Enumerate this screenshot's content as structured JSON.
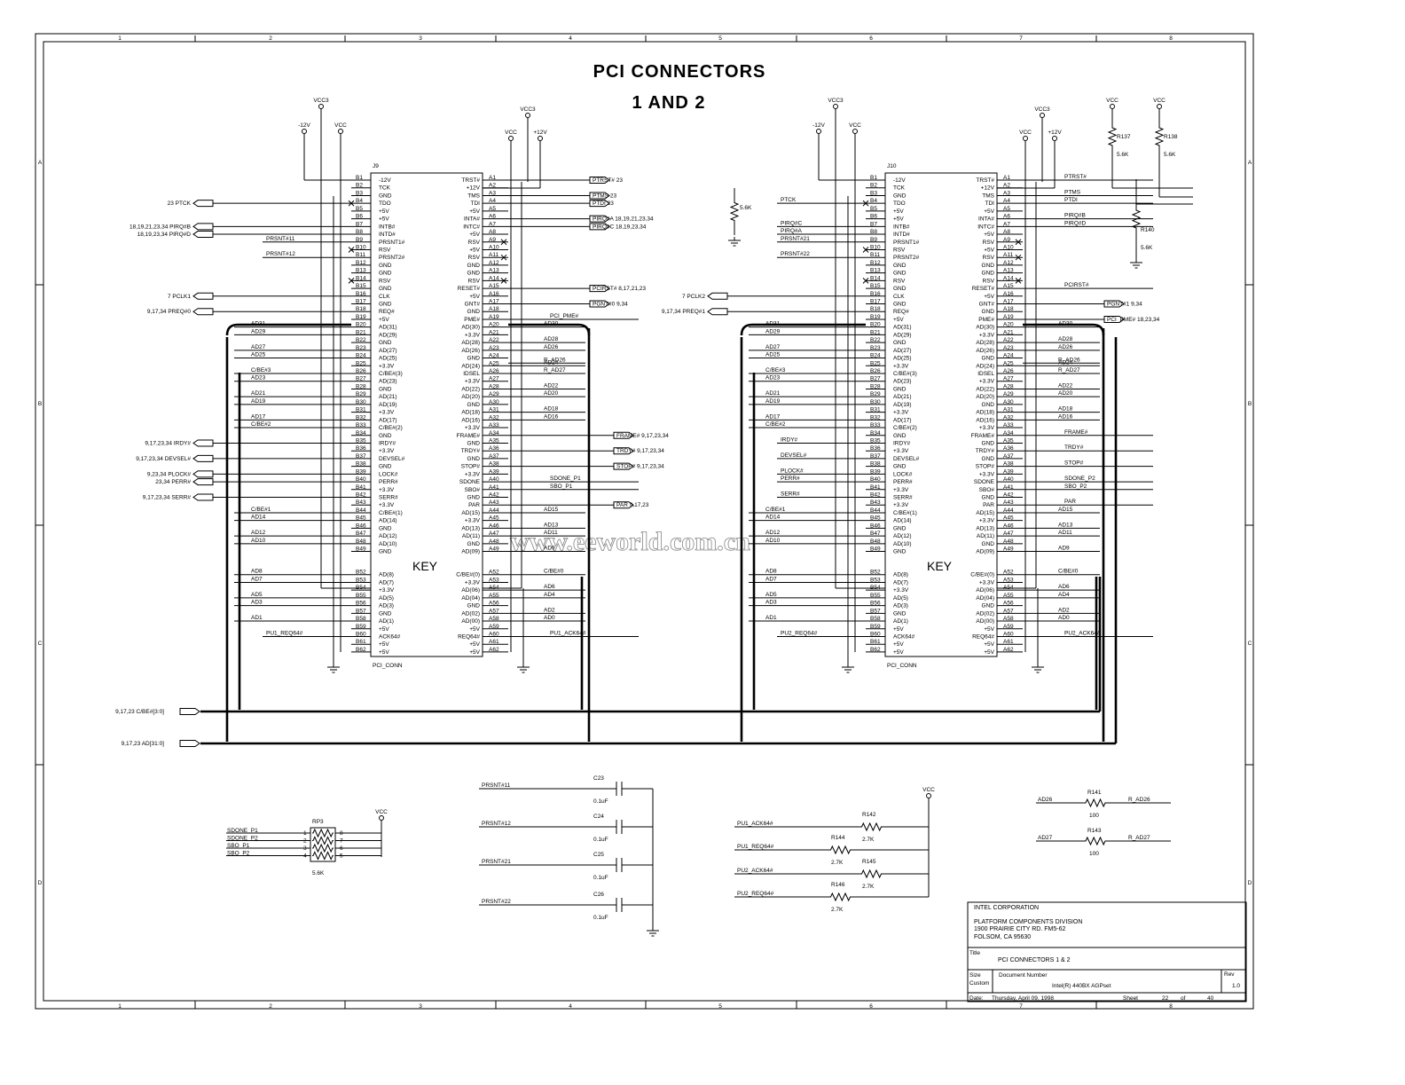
{
  "title": {
    "line1": "PCI CONNECTORS",
    "line2": "1 AND 2"
  },
  "watermark": "www.eeworld.com.cn",
  "border": {
    "columns": [
      "1",
      "2",
      "3",
      "4",
      "5",
      "6",
      "7",
      "8"
    ],
    "rows": [
      "A",
      "B",
      "C",
      "D"
    ]
  },
  "connectors": [
    {
      "ref": "J9",
      "part": "PCI_CONN",
      "key": "KEY",
      "power": {
        "vcc3_left": "VCC3",
        "neg12": "-12V",
        "vcc_left": "VCC",
        "vcc3_right": "VCC3",
        "vcc_right": "VCC",
        "pos12": "+12V"
      },
      "left_nets": [
        {
          "pin": "B4",
          "label": "23  PTCK"
        },
        {
          "pin": "B7",
          "label": "18,19,21,23,34  PIRQ#B"
        },
        {
          "pin": "B8",
          "label": "18,19,23,34  PIRQ#D"
        },
        {
          "pin": "B9",
          "label": "PRSNT#11"
        },
        {
          "pin": "B11",
          "label": "PRSNT#12"
        },
        {
          "pin": "B16",
          "label": "7  PCLK1"
        },
        {
          "pin": "B18",
          "label": "9,17,34  PREQ#0"
        },
        {
          "pin": "B35",
          "label": "9,17,23,34  IRDY#"
        },
        {
          "pin": "B37",
          "label": "9,17,23,34  DEVSEL#"
        },
        {
          "pin": "B39",
          "label": "9,23,34  PLOCK#"
        },
        {
          "pin": "B40",
          "label": "23,34  PERR#"
        },
        {
          "pin": "B42",
          "label": "9,17,23,34  SERR#"
        },
        {
          "pin": "B60",
          "label": "PU1_REQ64#"
        }
      ],
      "right_nets": [
        {
          "pin": "A1",
          "label": "PTRST#  23"
        },
        {
          "pin": "A3",
          "label": "PTMS  23"
        },
        {
          "pin": "A4",
          "label": "PTDI  23"
        },
        {
          "pin": "A6",
          "label": "PIRQ#A  18,19,21,23,34"
        },
        {
          "pin": "A7",
          "label": "PIRQ#C  18,19,23,34"
        },
        {
          "pin": "A15",
          "label": "PCIRST#  8,17,21,23"
        },
        {
          "pin": "A17",
          "label": "PGNT#0  9,34"
        },
        {
          "pin": "A19",
          "label": "PCI_PME#"
        },
        {
          "pin": "A34",
          "label": "FRAME#  9,17,23,34"
        },
        {
          "pin": "A36",
          "label": "TRDY#  9,17,23,34"
        },
        {
          "pin": "A38",
          "label": "STOP#  9,17,23,34"
        },
        {
          "pin": "A40",
          "label": "SDONE_P1"
        },
        {
          "pin": "A41",
          "label": "SBO_P1"
        },
        {
          "pin": "A43",
          "label": "PAR  9,17,23"
        },
        {
          "pin": "A60",
          "label": "PU1_ACK64#"
        }
      ]
    },
    {
      "ref": "J10",
      "part": "PCI_CONN",
      "key": "KEY",
      "power": {
        "vcc3_left": "VCC3",
        "neg12": "-12V",
        "vcc_left": "VCC",
        "vcc3_right": "VCC3",
        "vcc_right": "VCC",
        "pos12": "+12V"
      },
      "left_nets": [
        {
          "pin": "B4",
          "label": "PTCK"
        },
        {
          "pin": "B7",
          "label": "PIRQ#C"
        },
        {
          "pin": "B8",
          "label": "PIRQ#A"
        },
        {
          "pin": "B9",
          "label": "PRSNT#21"
        },
        {
          "pin": "B11",
          "label": "PRSNT#22"
        },
        {
          "pin": "B16",
          "label": "7  PCLK2"
        },
        {
          "pin": "B18",
          "label": "9,17,34  PREQ#1"
        },
        {
          "pin": "B35",
          "label": "IRDY#"
        },
        {
          "pin": "B37",
          "label": "DEVSEL#"
        },
        {
          "pin": "B39",
          "label": "PLOCK#"
        },
        {
          "pin": "B40",
          "label": "PERR#"
        },
        {
          "pin": "B42",
          "label": "SERR#"
        },
        {
          "pin": "B60",
          "label": "PU2_REQ64#"
        }
      ],
      "right_nets": [
        {
          "pin": "A1",
          "label": "PTRST#"
        },
        {
          "pin": "A3",
          "label": "PTMS"
        },
        {
          "pin": "A4",
          "label": "PTDI"
        },
        {
          "pin": "A6",
          "label": "PIRQ#B"
        },
        {
          "pin": "A7",
          "label": "PIRQ#D"
        },
        {
          "pin": "A15",
          "label": "PCIRST#"
        },
        {
          "pin": "A17",
          "label": "PGNT#1  9,34"
        },
        {
          "pin": "A19",
          "label": "PCI_PME#  18,23,34"
        },
        {
          "pin": "A34",
          "label": "FRAME#"
        },
        {
          "pin": "A36",
          "label": "TRDY#"
        },
        {
          "pin": "A38",
          "label": "STOP#"
        },
        {
          "pin": "A40",
          "label": "SDONE_P2"
        },
        {
          "pin": "A41",
          "label": "SBO_P2"
        },
        {
          "pin": "A43",
          "label": "PAR"
        },
        {
          "pin": "A60",
          "label": "PU2_ACK64#"
        }
      ],
      "pullups": [
        {
          "ref": "R137",
          "value": "5.6K",
          "supply": "VCC"
        },
        {
          "ref": "R138",
          "value": "5.6K",
          "supply": "VCC"
        },
        {
          "ref": "R140",
          "value": "5.6K"
        }
      ]
    }
  ],
  "b_pins": [
    {
      "n": "B1",
      "f": "-12V"
    },
    {
      "n": "B2",
      "f": "TCK"
    },
    {
      "n": "B3",
      "f": "GND"
    },
    {
      "n": "B4",
      "f": "TDO"
    },
    {
      "n": "B5",
      "f": "+5V"
    },
    {
      "n": "B6",
      "f": "+5V"
    },
    {
      "n": "B7",
      "f": "INTB#"
    },
    {
      "n": "B8",
      "f": "INTD#"
    },
    {
      "n": "B9",
      "f": "PRSNT1#"
    },
    {
      "n": "B10",
      "f": "RSV"
    },
    {
      "n": "B11",
      "f": "PRSNT2#"
    },
    {
      "n": "B12",
      "f": "GND"
    },
    {
      "n": "B13",
      "f": "GND"
    },
    {
      "n": "B14",
      "f": "RSV"
    },
    {
      "n": "B15",
      "f": "GND"
    },
    {
      "n": "B16",
      "f": "CLK"
    },
    {
      "n": "B17",
      "f": "GND"
    },
    {
      "n": "B18",
      "f": "REQ#"
    },
    {
      "n": "B19",
      "f": "+5V"
    },
    {
      "n": "B20",
      "f": "AD(31)"
    },
    {
      "n": "B21",
      "f": "AD(29)"
    },
    {
      "n": "B22",
      "f": "GND"
    },
    {
      "n": "B23",
      "f": "AD(27)"
    },
    {
      "n": "B24",
      "f": "AD(25)"
    },
    {
      "n": "B25",
      "f": "+3.3V"
    },
    {
      "n": "B26",
      "f": "C/BE#(3)"
    },
    {
      "n": "B27",
      "f": "AD(23)"
    },
    {
      "n": "B28",
      "f": "GND"
    },
    {
      "n": "B29",
      "f": "AD(21)"
    },
    {
      "n": "B30",
      "f": "AD(19)"
    },
    {
      "n": "B31",
      "f": "+3.3V"
    },
    {
      "n": "B32",
      "f": "AD(17)"
    },
    {
      "n": "B33",
      "f": "C/BE#(2)"
    },
    {
      "n": "B34",
      "f": "GND"
    },
    {
      "n": "B35",
      "f": "IRDY#"
    },
    {
      "n": "B36",
      "f": "+3.3V"
    },
    {
      "n": "B37",
      "f": "DEVSEL#"
    },
    {
      "n": "B38",
      "f": "GND"
    },
    {
      "n": "B39",
      "f": "LOCK#"
    },
    {
      "n": "B40",
      "f": "PERR#"
    },
    {
      "n": "B41",
      "f": "+3.3V"
    },
    {
      "n": "B42",
      "f": "SERR#"
    },
    {
      "n": "B43",
      "f": "+3.3V"
    },
    {
      "n": "B44",
      "f": "C/BE#(1)"
    },
    {
      "n": "B45",
      "f": "AD(14)"
    },
    {
      "n": "B46",
      "f": "GND"
    },
    {
      "n": "B47",
      "f": "AD(12)"
    },
    {
      "n": "B48",
      "f": "AD(10)"
    },
    {
      "n": "B49",
      "f": "GND"
    },
    {
      "n": "B52",
      "f": "AD(8)"
    },
    {
      "n": "B53",
      "f": "AD(7)"
    },
    {
      "n": "B54",
      "f": "+3.3V"
    },
    {
      "n": "B55",
      "f": "AD(5)"
    },
    {
      "n": "B56",
      "f": "AD(3)"
    },
    {
      "n": "B57",
      "f": "GND"
    },
    {
      "n": "B58",
      "f": "AD(1)"
    },
    {
      "n": "B59",
      "f": "+5V"
    },
    {
      "n": "B60",
      "f": "ACK64#"
    },
    {
      "n": "B61",
      "f": "+5V"
    },
    {
      "n": "B62",
      "f": "+5V"
    }
  ],
  "a_pins": [
    {
      "n": "A1",
      "f": "TRST#"
    },
    {
      "n": "A2",
      "f": "+12V"
    },
    {
      "n": "A3",
      "f": "TMS"
    },
    {
      "n": "A4",
      "f": "TDI"
    },
    {
      "n": "A5",
      "f": "+5V"
    },
    {
      "n": "A6",
      "f": "INTA#"
    },
    {
      "n": "A7",
      "f": "INTC#"
    },
    {
      "n": "A8",
      "f": "+5V"
    },
    {
      "n": "A9",
      "f": "RSV"
    },
    {
      "n": "A10",
      "f": "+5V"
    },
    {
      "n": "A11",
      "f": "RSV"
    },
    {
      "n": "A12",
      "f": "GND"
    },
    {
      "n": "A13",
      "f": "GND"
    },
    {
      "n": "A14",
      "f": "RSV"
    },
    {
      "n": "A15",
      "f": "RESET#"
    },
    {
      "n": "A16",
      "f": "+5V"
    },
    {
      "n": "A17",
      "f": "GNT#"
    },
    {
      "n": "A18",
      "f": "GND"
    },
    {
      "n": "A19",
      "f": "PME#"
    },
    {
      "n": "A20",
      "f": "AD(30)"
    },
    {
      "n": "A21",
      "f": "+3.3V"
    },
    {
      "n": "A22",
      "f": "AD(28)"
    },
    {
      "n": "A23",
      "f": "AD(26)"
    },
    {
      "n": "A24",
      "f": "GND"
    },
    {
      "n": "A25",
      "f": "AD(24)"
    },
    {
      "n": "A26",
      "f": "IDSEL"
    },
    {
      "n": "A27",
      "f": "+3.3V"
    },
    {
      "n": "A28",
      "f": "AD(22)"
    },
    {
      "n": "A29",
      "f": "AD(20)"
    },
    {
      "n": "A30",
      "f": "GND"
    },
    {
      "n": "A31",
      "f": "AD(18)"
    },
    {
      "n": "A32",
      "f": "AD(16)"
    },
    {
      "n": "A33",
      "f": "+3.3V"
    },
    {
      "n": "A34",
      "f": "FRAME#"
    },
    {
      "n": "A35",
      "f": "GND"
    },
    {
      "n": "A36",
      "f": "TRDY#"
    },
    {
      "n": "A37",
      "f": "GND"
    },
    {
      "n": "A38",
      "f": "STOP#"
    },
    {
      "n": "A39",
      "f": "+3.3V"
    },
    {
      "n": "A40",
      "f": "SDONE"
    },
    {
      "n": "A41",
      "f": "SBO#"
    },
    {
      "n": "A42",
      "f": "GND"
    },
    {
      "n": "A43",
      "f": "PAR"
    },
    {
      "n": "A44",
      "f": "AD(15)"
    },
    {
      "n": "A45",
      "f": "+3.3V"
    },
    {
      "n": "A46",
      "f": "AD(13)"
    },
    {
      "n": "A47",
      "f": "AD(11)"
    },
    {
      "n": "A48",
      "f": "GND"
    },
    {
      "n": "A49",
      "f": "AD(09)"
    },
    {
      "n": "A52",
      "f": "C/BE#(0)"
    },
    {
      "n": "A53",
      "f": "+3.3V"
    },
    {
      "n": "A54",
      "f": "AD(06)"
    },
    {
      "n": "A55",
      "f": "AD(04)"
    },
    {
      "n": "A56",
      "f": "GND"
    },
    {
      "n": "A57",
      "f": "AD(02)"
    },
    {
      "n": "A58",
      "f": "AD(00)"
    },
    {
      "n": "A59",
      "f": "+5V"
    },
    {
      "n": "A60",
      "f": "REQ64#"
    },
    {
      "n": "A61",
      "f": "+5V"
    },
    {
      "n": "A62",
      "f": "+5V"
    }
  ],
  "ad_left_labels": [
    "AD31",
    "AD29",
    "AD27",
    "AD25",
    "C/BE#3",
    "AD23",
    "AD21",
    "AD19",
    "AD17",
    "C/BE#2",
    "C/BE#1",
    "AD14",
    "AD12",
    "AD10",
    "AD8",
    "AD7",
    "AD5",
    "AD3",
    "AD1"
  ],
  "ad_right_labels": [
    "AD30",
    "AD28",
    "AD26",
    "R_AD26",
    "AD24",
    "R_AD27",
    "AD22",
    "AD20",
    "AD18",
    "AD16",
    "AD15",
    "AD13",
    "AD11",
    "AD9",
    "C/BE#0",
    "AD6",
    "AD4",
    "AD2",
    "AD0"
  ],
  "buses": [
    {
      "label": "9,17,23  C/BE#[3:0]"
    },
    {
      "label": "9,17,23  AD[31:0]"
    }
  ],
  "resistor_pack": {
    "ref": "RP3",
    "value": "5.6K",
    "supply": "VCC",
    "left_pins": [
      "1",
      "2",
      "3",
      "4"
    ],
    "right_pins": [
      "8",
      "7",
      "6",
      "5"
    ],
    "nets": [
      "SDONE_P1",
      "SDONE_P2",
      "SBO_P1",
      "SBO_P2"
    ]
  },
  "capacitors": [
    {
      "ref": "C23",
      "value": "0.1uF",
      "net": "PRSNT#11"
    },
    {
      "ref": "C24",
      "value": "0.1uF",
      "net": "PRSNT#12"
    },
    {
      "ref": "C25",
      "value": "0.1uF",
      "net": "PRSNT#21"
    },
    {
      "ref": "C26",
      "value": "0.1uF",
      "net": "PRSNT#22"
    }
  ],
  "pullup_network": {
    "supply": "VCC",
    "items": [
      {
        "net": "PU1_ACK64#",
        "ref": "R142",
        "value": "2.7K"
      },
      {
        "net": "PU1_REQ64#",
        "ref": "R144",
        "value": "2.7K"
      },
      {
        "net": "PU2_ACK64#",
        "ref": "R145",
        "value": "2.7K"
      },
      {
        "net": "PU2_REQ64#",
        "ref": "R146",
        "value": "2.7K"
      }
    ]
  },
  "series_resistors": [
    {
      "from": "AD26",
      "ref": "R141",
      "value": "100",
      "to": "R_AD26"
    },
    {
      "from": "AD27",
      "ref": "R143",
      "value": "100",
      "to": "R_AD27"
    }
  ],
  "title_block": {
    "company": "INTEL CORPORATION",
    "division": "PLATFORM COMPONENTS DIVISION",
    "address1": "1900 PRAIRIE CITY RD. FM5-62",
    "address2": "FOLSOM, CA 95630",
    "title_label": "Title",
    "title": "PCI CONNECTORS 1 & 2",
    "size_label": "Size",
    "size": "Custom",
    "docnum_label": "Document Number",
    "docnum": "Intel(R) 440BX AGPset",
    "rev_label": "Rev",
    "rev": "1.0",
    "date_label": "Date:",
    "date": "Thursday, April 09, 1998",
    "sheet_label": "Sheet",
    "sheet": "22",
    "of_label": "of",
    "total": "40"
  }
}
